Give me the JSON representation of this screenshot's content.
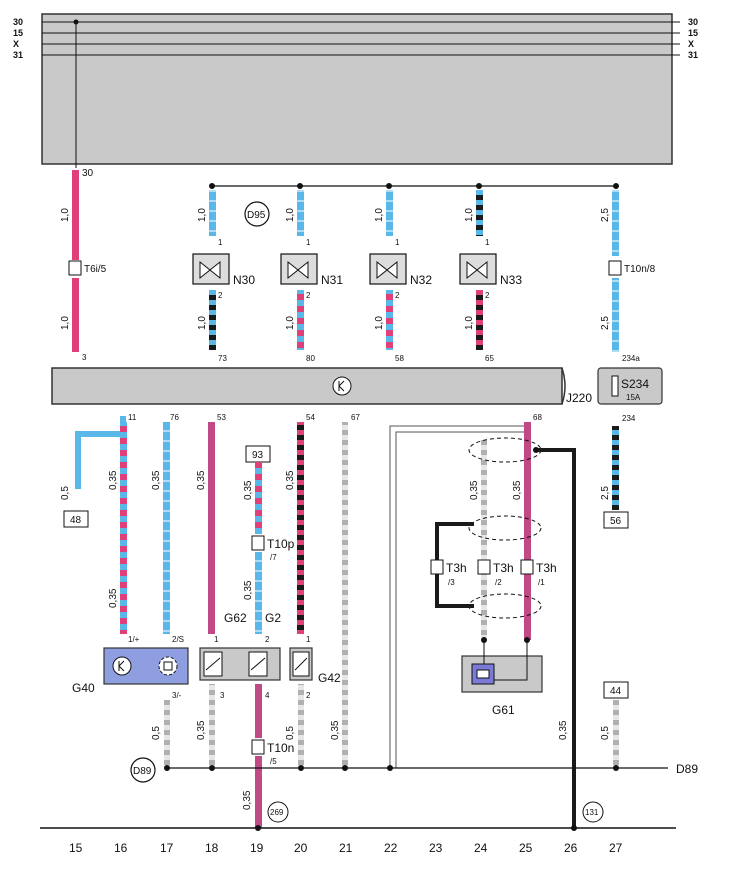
{
  "bus": {
    "left_labels": [
      "30",
      "15",
      "X",
      "31"
    ],
    "right_labels": [
      "30",
      "15",
      "X",
      "31"
    ]
  },
  "top_unit_pin": "30",
  "wire_gauges": {
    "c15_top": "1,0",
    "c15_bot": "1,0",
    "c18_top": "1,0",
    "c18_bot": "1,0",
    "c20_top": "1,0",
    "c20_bot": "1,0",
    "c23_top": "1,0",
    "c23_bot": "1,0",
    "c25_top": "1,0",
    "c25_bot": "1,0",
    "c27_top": "2,5",
    "c27_mid": "2,5",
    "c15_low": "0,5",
    "c16a": "0,35",
    "c16b": "0,35",
    "c17": "0,35",
    "c18": "0,35",
    "c19a": "0,35",
    "c19b": "0,35",
    "c20": "0,35",
    "c24": "0,35",
    "c25": "0,35",
    "c27_low": "2,5",
    "c17_ground": "0,5",
    "c18_ground": "0,35",
    "c20_ground": "0,5",
    "c21_ground": "0,35",
    "c26_ground": "0,35",
    "c27_ground": "0,5",
    "c19_ground": "0,35"
  },
  "ground_point": "D95",
  "ground_point_lower": "D89",
  "ground_line_label": "D89",
  "connectors": {
    "t6i": "T6i/5",
    "t10n8": "T10n/8",
    "t10p_main": "T10p",
    "t10p_sub": "/7",
    "t10n_main": "T10n",
    "t10n_sub": "/5",
    "t3h3_main": "T3h",
    "t3h3_sub": "/3",
    "t3h2_main": "T3h",
    "t3h2_sub": "/2",
    "t3h1_main": "T3h",
    "t3h1_sub": "/1"
  },
  "valves": [
    {
      "name": "N30",
      "pin1": "1",
      "pin2": "2",
      "ecu_pin": "73"
    },
    {
      "name": "N31",
      "pin1": "1",
      "pin2": "2",
      "ecu_pin": "80"
    },
    {
      "name": "N32",
      "pin1": "1",
      "pin2": "2",
      "ecu_pin": "58"
    },
    {
      "name": "N33",
      "pin1": "1",
      "pin2": "2",
      "ecu_pin": "65"
    }
  ],
  "ecu": {
    "name": "J220",
    "top_pins": {
      "p3": "3",
      "p234a": "234a"
    },
    "bottom_pins": [
      "11",
      "76",
      "53",
      "54",
      "67",
      "68"
    ],
    "fuse_name": "S234",
    "fuse_rating": "15A",
    "fuse_out": "234"
  },
  "refs": {
    "r48": "48",
    "r93": "93",
    "r56": "56",
    "r44": "44",
    "r269": "269",
    "r131": "131"
  },
  "components": {
    "g40": "G40",
    "g62": "G62",
    "g2": "G2",
    "g42": "G42",
    "g61": "G61"
  },
  "pins": {
    "g40_1": "1/+",
    "g40_2": "2/S",
    "g40_3": "3/-",
    "g62_1": "1",
    "g62_3": "3",
    "g2_2": "2",
    "g2_4": "4",
    "g42_1": "1",
    "g42_2": "2"
  },
  "columns": [
    "15",
    "16",
    "17",
    "18",
    "19",
    "20",
    "21",
    "22",
    "23",
    "24",
    "25",
    "26",
    "27"
  ],
  "colors": {
    "red": "#e0407a",
    "blue": "#5ab8e8",
    "black": "#1a1a1a",
    "gray": "#b0b0b0",
    "panel": "#c9c9c9"
  }
}
